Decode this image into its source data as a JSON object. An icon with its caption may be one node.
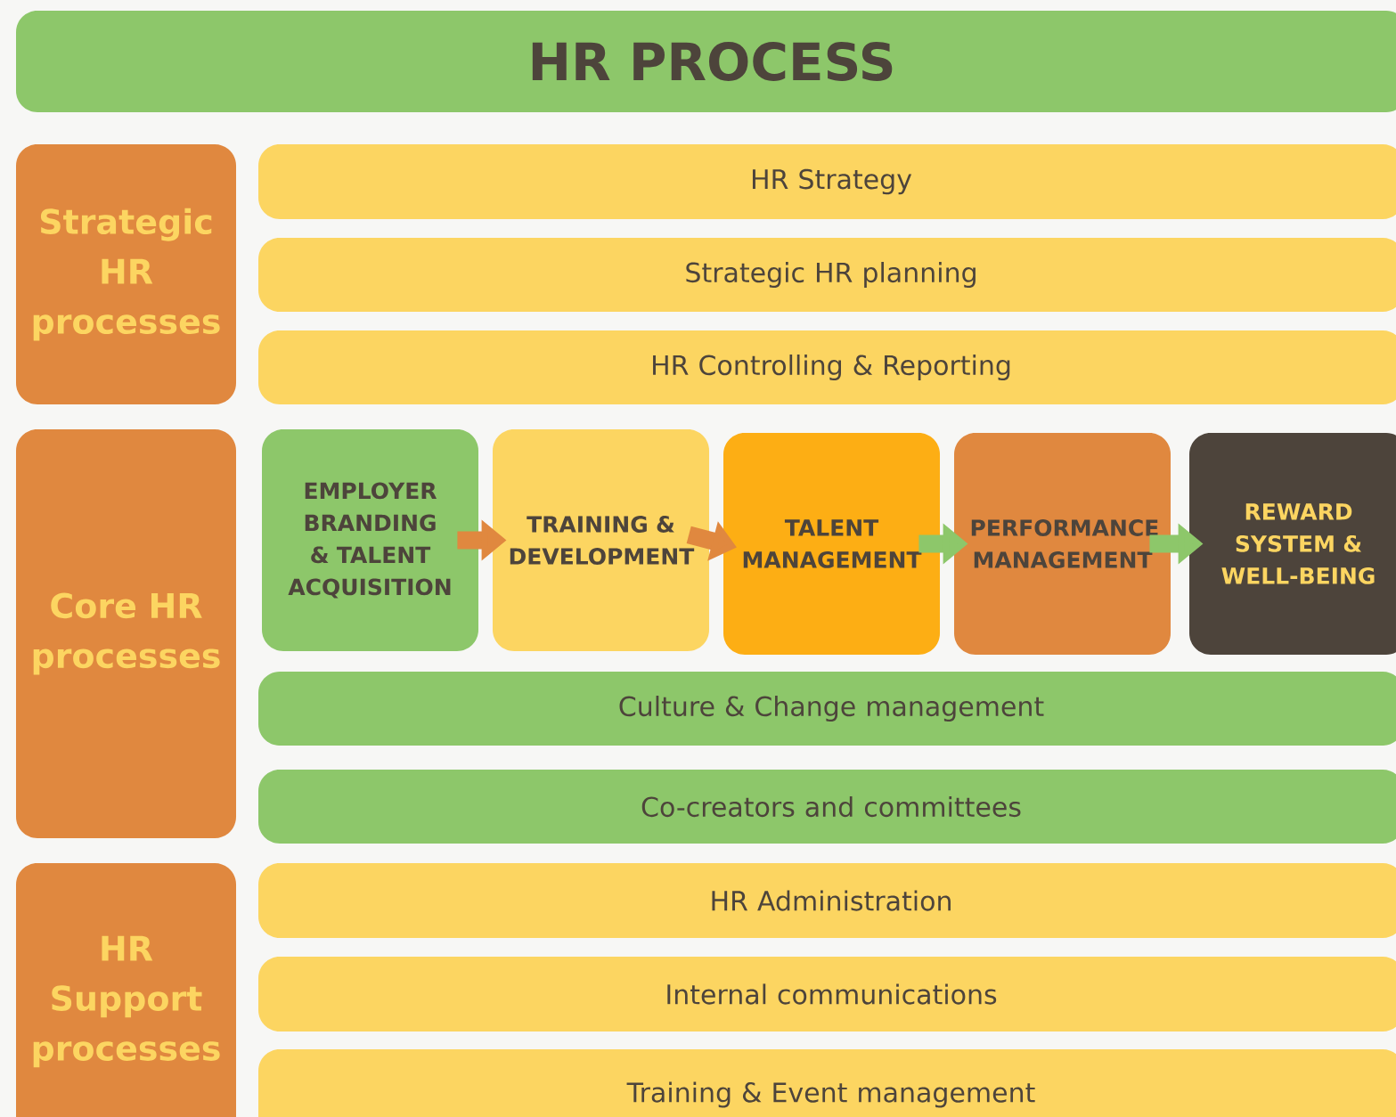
{
  "diagram": {
    "title": "HR PROCESS",
    "nodes": [
      {
        "text": [
          "Strategic HR processes"
        ]
      },
      {
        "text": [
          "HR Strategy"
        ]
      },
      {
        "text": [
          "Strategic HR planning"
        ]
      },
      {
        "text": [
          "HR Controlling & Reporting"
        ]
      },
      {
        "text": [
          "Core HR processes"
        ]
      },
      {
        "text": [
          "EMPLOYER BRANDING & TALENT ACQUISITION"
        ]
      },
      {
        "text": [
          "TRAINING & DEVELOPMENT"
        ]
      },
      {
        "text": [
          "TALENT MANAGEMENT"
        ]
      },
      {
        "text": [
          "PERFORMANCE MANAGEMENT"
        ]
      },
      {
        "text": [
          "REWARD SYSTEM & WELL-BEING"
        ]
      },
      {
        "text": [
          "Culture & Change management"
        ]
      },
      {
        "text": [
          "Co-creators and committees"
        ]
      },
      {
        "text": [
          "HR Support processes"
        ]
      },
      {
        "text": [
          "HR Administration"
        ]
      },
      {
        "text": [
          "Internal communications"
        ]
      },
      {
        "text": [
          "Training & Event management"
        ]
      }
    ],
    "edges": [
      {
        "from": 5,
        "to": 6,
        "arrow": "to",
        "color": "#e0883f"
      },
      {
        "from": 6,
        "to": 7,
        "arrow": "to",
        "color": "#e0883f"
      },
      {
        "from": 7,
        "to": 8,
        "arrow": "to",
        "color": "#8dc76a"
      },
      {
        "from": 8,
        "to": 9,
        "arrow": "to",
        "color": "#8dc76a"
      }
    ]
  }
}
